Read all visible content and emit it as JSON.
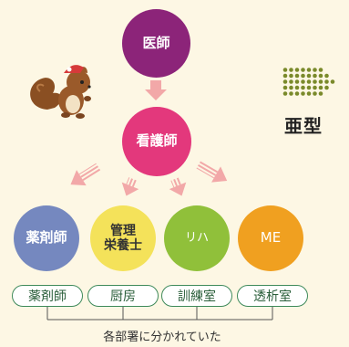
{
  "nodes": {
    "doctor": "医師",
    "nurse": "看護師",
    "pharmacist": "薬剤師",
    "dietitian_line1": "管理",
    "dietitian_line2": "栄養士",
    "rehab": "リハ",
    "me": "ME"
  },
  "departments": [
    "薬剤師",
    "厨房",
    "訓練室",
    "透析室"
  ],
  "bottom_label": "各部署に分かれていた",
  "type_label": "亜型",
  "colors": {
    "doctor": "#8c2479",
    "nurse": "#e3387c",
    "pharmacist": "#7588bf",
    "dietitian": "#f4e25a",
    "rehab": "#90c03a",
    "me": "#f0a020",
    "arrow": "#f2a8a8",
    "big_arrow": "#7a8a2a",
    "pill_border": "#3f8a5a"
  },
  "icons": [
    "squirrel-mascot-icon",
    "dotted-right-arrow-icon"
  ]
}
